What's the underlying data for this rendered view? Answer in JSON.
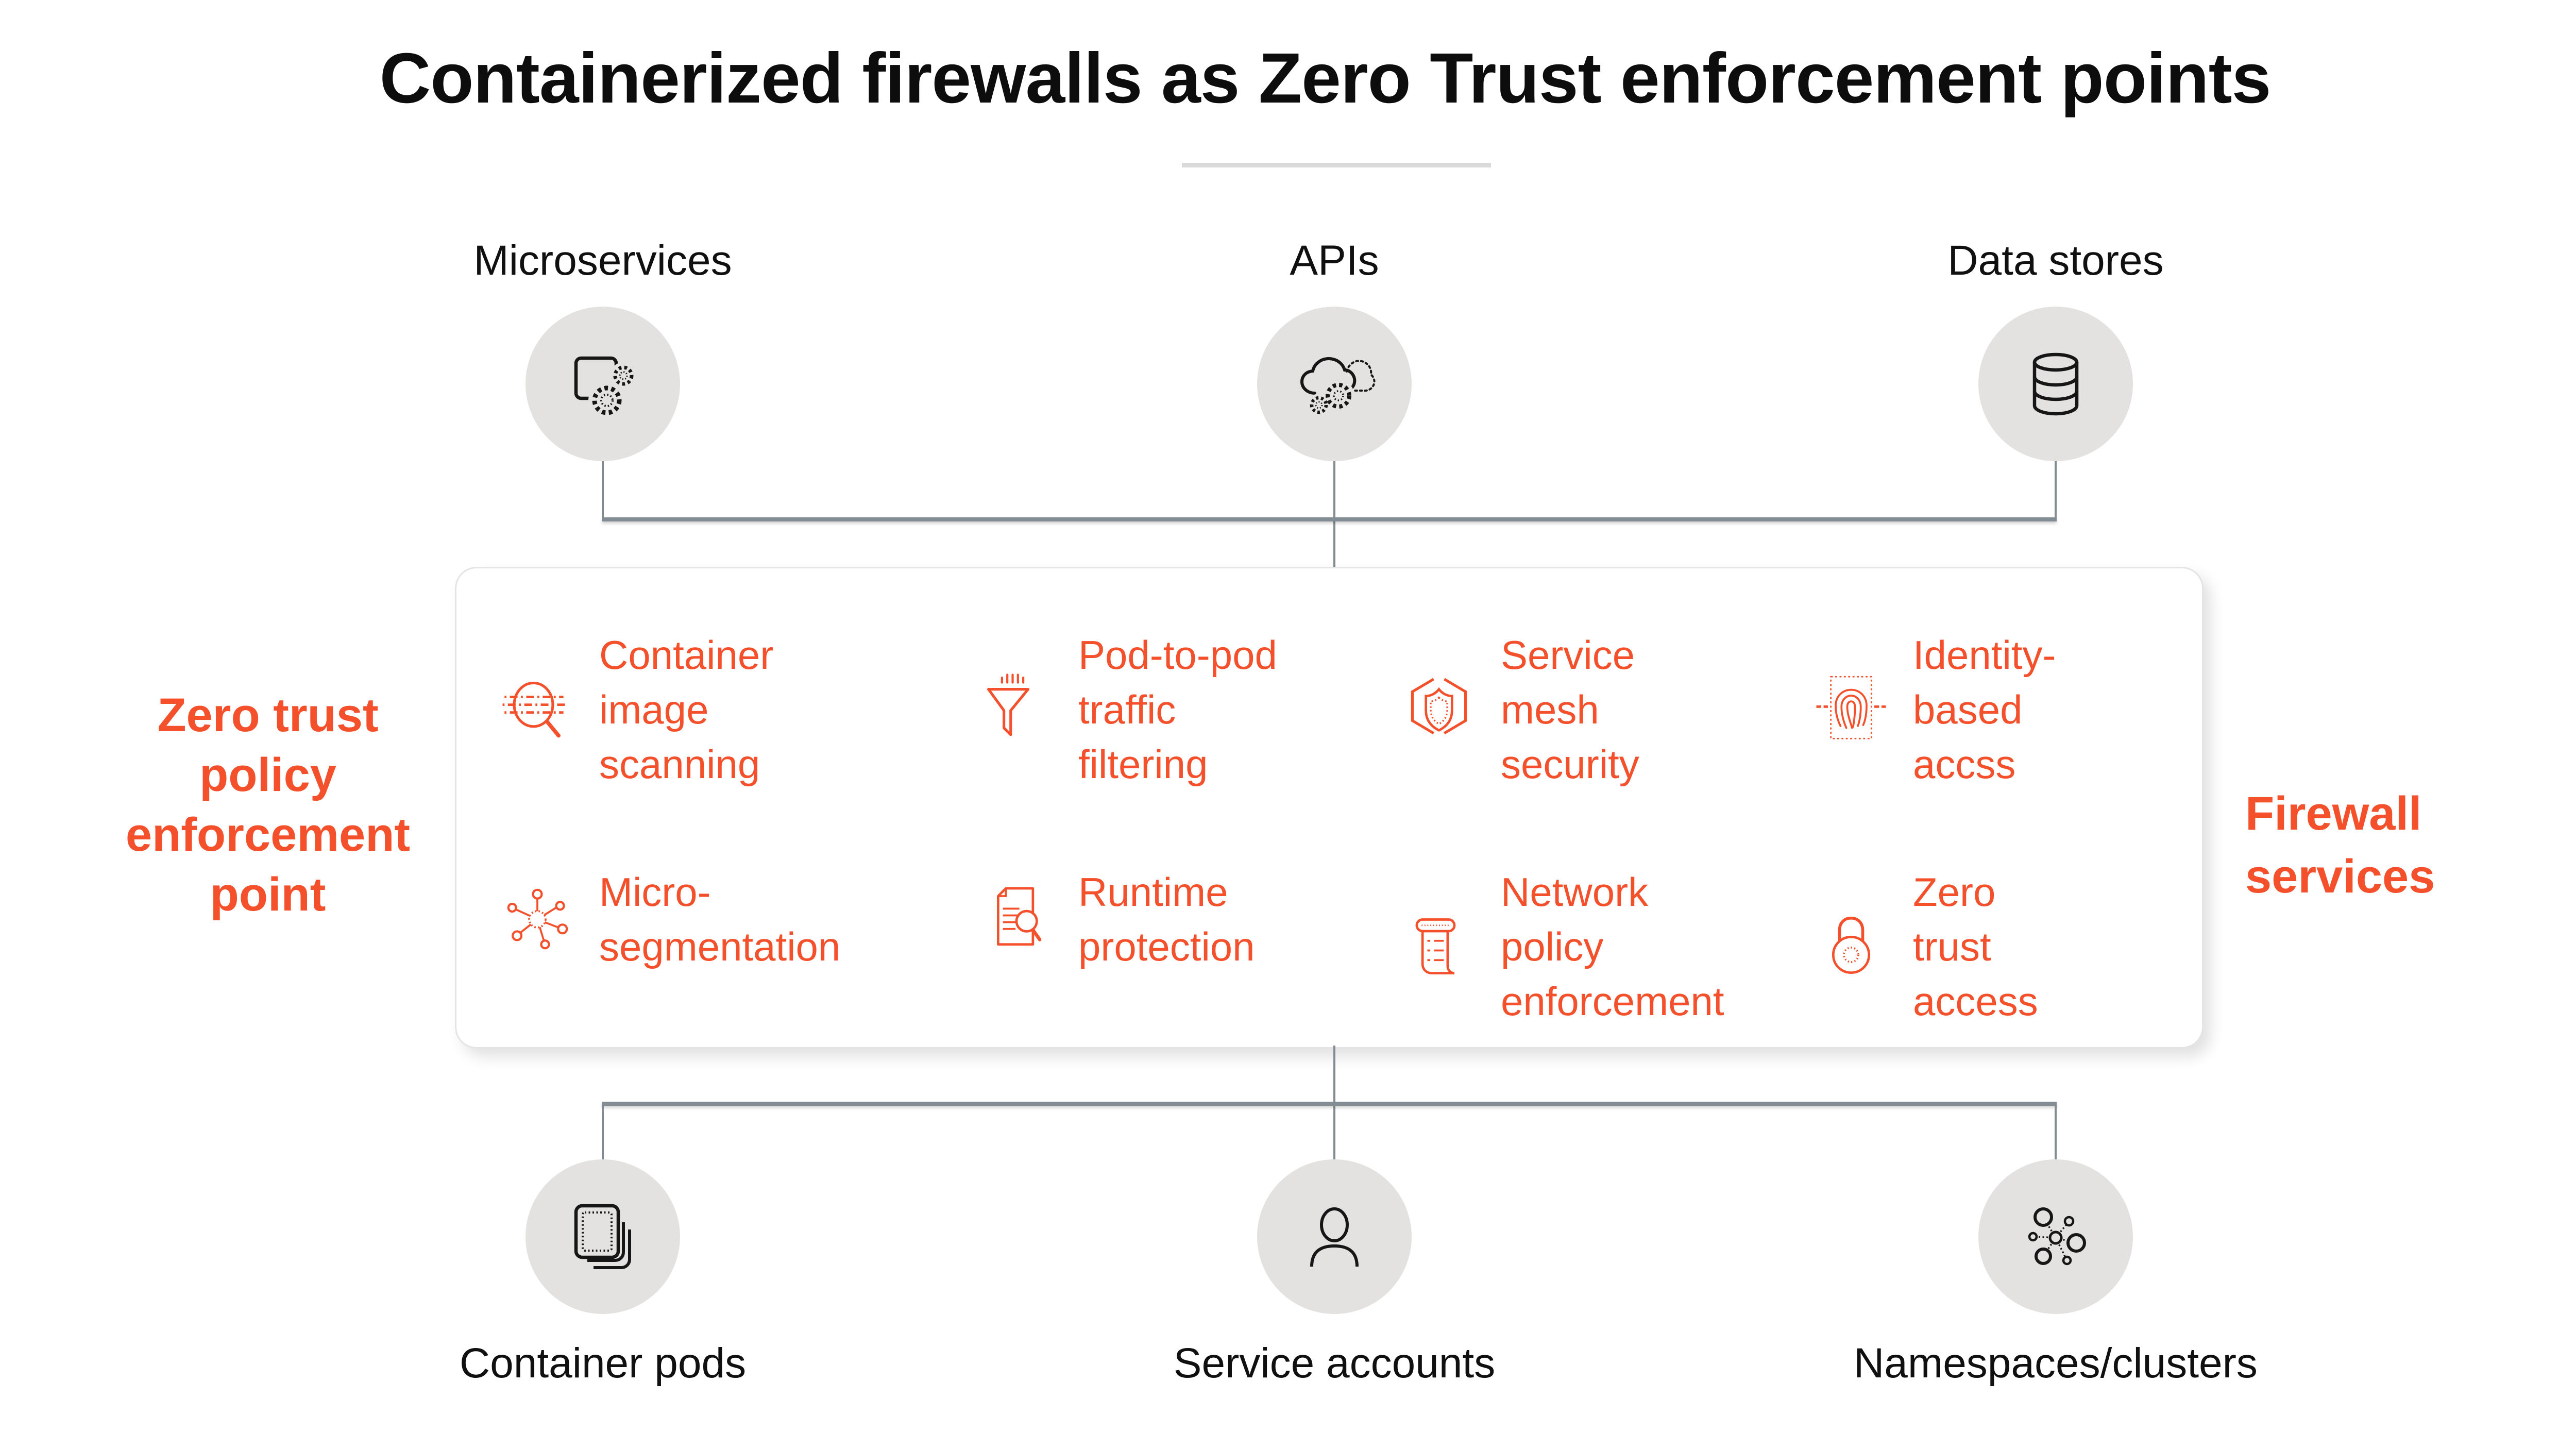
{
  "title": "Containerized firewalls as Zero Trust enforcement points",
  "colors": {
    "accent": "#F4502B",
    "node_circle": "#E3E2E0",
    "connector": "#828C93",
    "box_border": "#E4E4E4",
    "text": "#111111"
  },
  "top_nodes": [
    {
      "label": "Microservices",
      "icon": "microservices-icon"
    },
    {
      "label": "APIs",
      "icon": "api-cloud-icon"
    },
    {
      "label": "Data stores",
      "icon": "database-icon"
    }
  ],
  "left_label": "Zero trust\npolicy\nenforcement\npoint",
  "right_label": "Firewall\nservices",
  "firewall_services": [
    {
      "label": "Container\nimage\nscanning",
      "icon": "image-scan-icon"
    },
    {
      "label": "Pod-to-pod\ntraffic\nfiltering",
      "icon": "traffic-funnel-icon"
    },
    {
      "label": "Service\nmesh\nsecurity",
      "icon": "shield-hexagon-icon"
    },
    {
      "label": "Identity-\nbased\naccss",
      "icon": "fingerprint-icon"
    },
    {
      "label": "Micro-\nsegmentation",
      "icon": "microsegmentation-icon"
    },
    {
      "label": "Runtime\nprotection",
      "icon": "document-scan-icon"
    },
    {
      "label": "Network\npolicy\nenforcement",
      "icon": "policy-scroll-icon"
    },
    {
      "label": "Zero\ntrust\naccess",
      "icon": "padlock-icon"
    }
  ],
  "bottom_nodes": [
    {
      "label": "Container pods",
      "icon": "container-pods-icon"
    },
    {
      "label": "Service accounts",
      "icon": "person-icon"
    },
    {
      "label": "Namespaces/clusters",
      "icon": "cluster-nodes-icon"
    }
  ]
}
